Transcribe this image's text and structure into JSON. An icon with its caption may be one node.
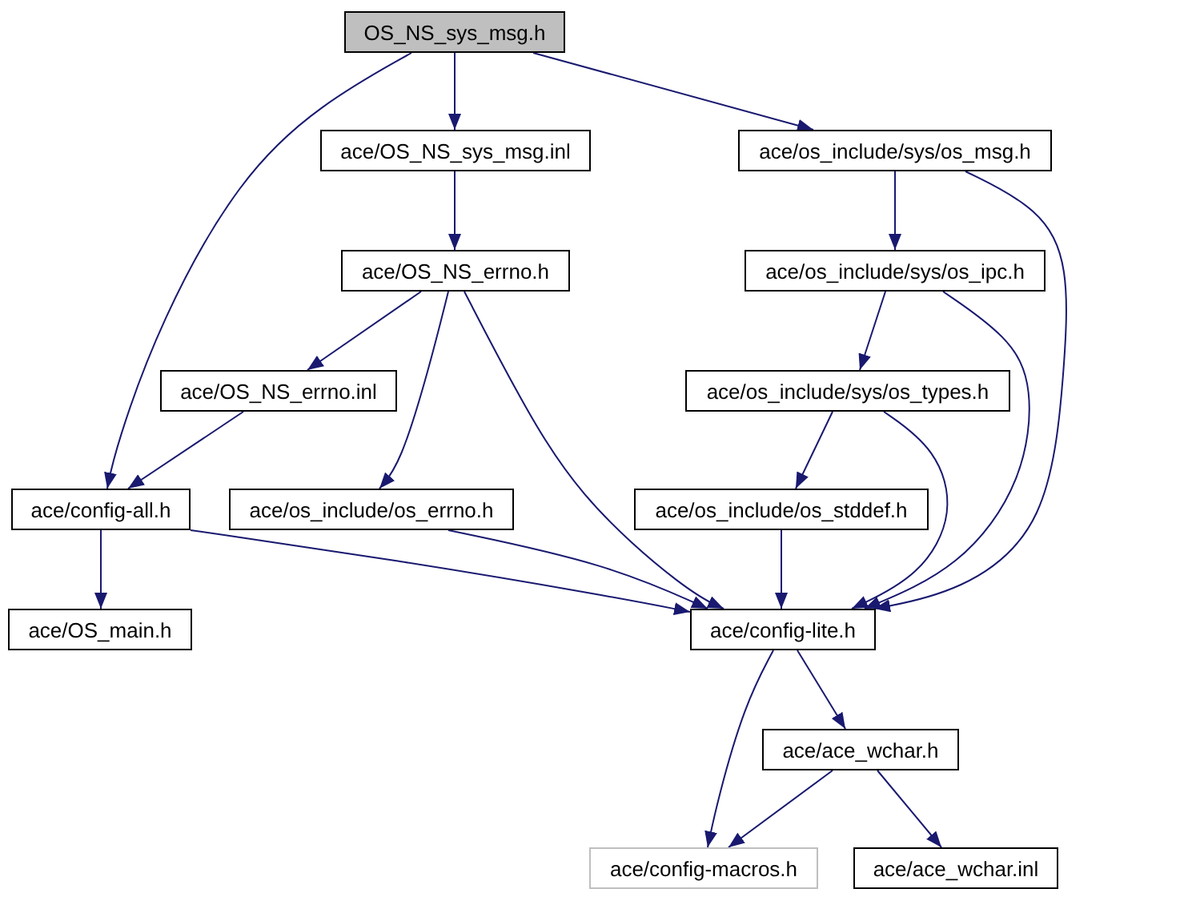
{
  "diagram": {
    "nodes": [
      {
        "text": [
          "OS_NS_sys_msg.h"
        ]
      },
      {
        "text": [
          "ace/OS_NS_sys_msg.inl"
        ]
      },
      {
        "text": [
          "ace/os_include/sys/os_msg.h"
        ]
      },
      {
        "text": [
          "ace/OS_NS_errno.h"
        ]
      },
      {
        "text": [
          "ace/os_include/sys/os_ipc.h"
        ]
      },
      {
        "text": [
          "ace/OS_NS_errno.inl"
        ]
      },
      {
        "text": [
          "ace/os_include/sys/os_types.h"
        ]
      },
      {
        "text": [
          "ace/config-all.h"
        ]
      },
      {
        "text": [
          "ace/os_include/os_errno.h"
        ]
      },
      {
        "text": [
          "ace/os_include/os_stddef.h"
        ]
      },
      {
        "text": [
          "ace/OS_main.h"
        ]
      },
      {
        "text": [
          "ace/config-lite.h"
        ]
      },
      {
        "text": [
          "ace/ace_wchar.h"
        ]
      },
      {
        "text": [
          "ace/config-macros.h"
        ]
      },
      {
        "text": [
          "ace/ace_wchar.inl"
        ]
      }
    ],
    "edges": [
      {
        "from": 0,
        "to": 1,
        "arrow": "to"
      },
      {
        "from": 0,
        "to": 2,
        "arrow": "to"
      },
      {
        "from": 0,
        "to": 7,
        "arrow": "to"
      },
      {
        "from": 1,
        "to": 3,
        "arrow": "to"
      },
      {
        "from": 2,
        "to": 4,
        "arrow": "to"
      },
      {
        "from": 2,
        "to": 11,
        "arrow": "to"
      },
      {
        "from": 3,
        "to": 5,
        "arrow": "to"
      },
      {
        "from": 3,
        "to": 8,
        "arrow": "to"
      },
      {
        "from": 3,
        "to": 11,
        "arrow": "to"
      },
      {
        "from": 4,
        "to": 6,
        "arrow": "to"
      },
      {
        "from": 4,
        "to": 11,
        "arrow": "to"
      },
      {
        "from": 5,
        "to": 7,
        "arrow": "to"
      },
      {
        "from": 6,
        "to": 9,
        "arrow": "to"
      },
      {
        "from": 6,
        "to": 11,
        "arrow": "to"
      },
      {
        "from": 7,
        "to": 10,
        "arrow": "to"
      },
      {
        "from": 7,
        "to": 11,
        "arrow": "to"
      },
      {
        "from": 8,
        "to": 11,
        "arrow": "to"
      },
      {
        "from": 9,
        "to": 11,
        "arrow": "to"
      },
      {
        "from": 11,
        "to": 12,
        "arrow": "to"
      },
      {
        "from": 11,
        "to": 13,
        "arrow": "to"
      },
      {
        "from": 12,
        "to": 13,
        "arrow": "to"
      },
      {
        "from": 12,
        "to": 14,
        "arrow": "to"
      }
    ]
  }
}
